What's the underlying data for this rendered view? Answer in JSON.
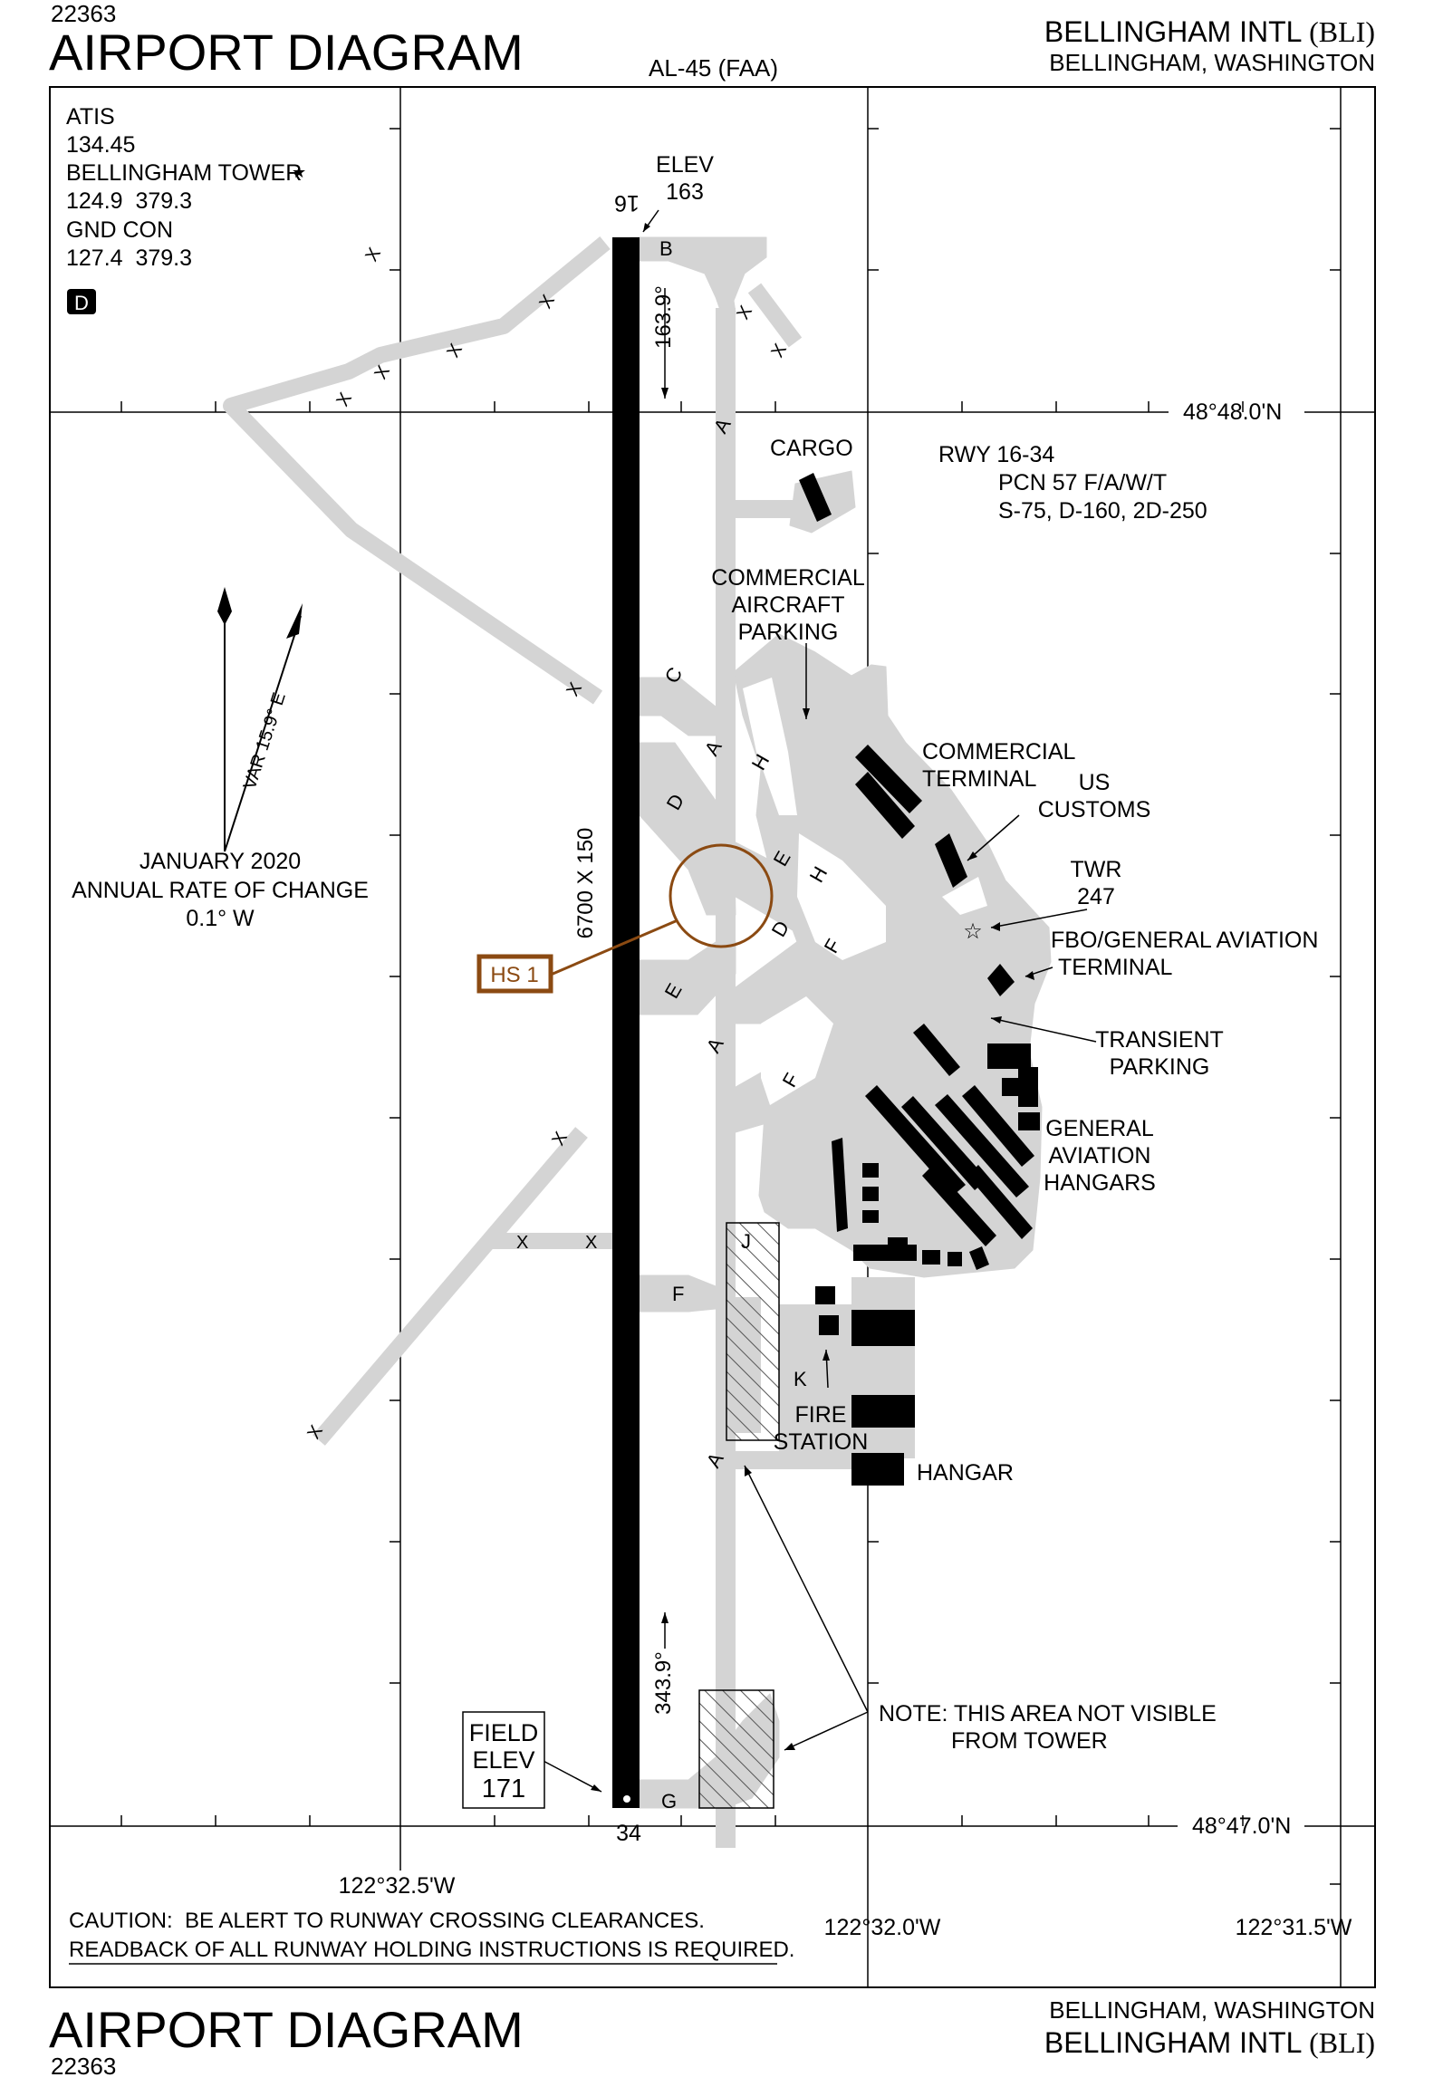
{
  "header": {
    "chart_number": "22363",
    "title": "AIRPORT DIAGRAM",
    "chart_id": "AL-45 (FAA)",
    "airport_name": "BELLINGHAM INTL",
    "airport_code": "(BLI)",
    "city_state": "BELLINGHAM, WASHINGTON"
  },
  "frequencies": {
    "atis_label": "ATIS",
    "atis_freq": "134.45",
    "tower_label": "BELLINGHAM TOWER",
    "tower_freq": "124.9  379.3",
    "gnd_label": "GND CON",
    "gnd_freq": "127.4  379.3",
    "d_badge": "D"
  },
  "runway": {
    "north_number": "16",
    "south_number": "34",
    "dimensions": "6700 X 150",
    "heading_north": "163.9°",
    "heading_south": "343.9°",
    "info_title": "RWY 16-34",
    "pcn": "PCN 57 F/A/W/T",
    "strength": "S-75, D-160, 2D-250"
  },
  "elevations": {
    "elev_label": "ELEV",
    "elev_value": "163",
    "field_elev_line1": "FIELD",
    "field_elev_line2": "ELEV",
    "field_elev_value": "171",
    "twr_label": "TWR",
    "twr_value": "247"
  },
  "magnetic": {
    "var_label": "VAR 15.9° E",
    "date": "JANUARY 2020",
    "rate_label": "ANNUAL RATE OF CHANGE",
    "rate_value": "0.1° W"
  },
  "coordinates": {
    "lat_north": "48°48.0'N",
    "lat_south": "48°47.0'N",
    "lon_west": "122°32.5'W",
    "lon_mid": "122°32.0'W",
    "lon_east": "122°31.5'W"
  },
  "labels": {
    "cargo": "CARGO",
    "commercial_parking_1": "COMMERCIAL",
    "commercial_parking_2": "AIRCRAFT",
    "commercial_parking_3": "PARKING",
    "commercial_terminal_1": "COMMERCIAL",
    "commercial_terminal_2": "TERMINAL",
    "us_customs_1": "US",
    "us_customs_2": "CUSTOMS",
    "fbo_1": "FBO/GENERAL AVIATION",
    "fbo_2": "TERMINAL",
    "transient_1": "TRANSIENT",
    "transient_2": "PARKING",
    "ga_hangars_1": "GENERAL",
    "ga_hangars_2": "AVIATION",
    "ga_hangars_3": "HANGARS",
    "fire_1": "FIRE",
    "fire_2": "STATION",
    "hangar": "HANGAR",
    "note_1": "NOTE: THIS AREA NOT VISIBLE",
    "note_2": "FROM TOWER",
    "hot_spot": "HS 1"
  },
  "taxiways": {
    "a": "A",
    "b": "B",
    "c": "C",
    "d": "D",
    "e": "E",
    "f": "F",
    "g": "G",
    "h": "H",
    "j": "J",
    "k": "K",
    "x": "X"
  },
  "caution": {
    "line1": "CAUTION:  BE ALERT TO RUNWAY CROSSING CLEARANCES.",
    "line2": "READBACK OF ALL RUNWAY HOLDING INSTRUCTIONS IS REQUIRED."
  },
  "colors": {
    "pavement": "#d4d4d4",
    "hot_spot": "#8b4a12"
  }
}
